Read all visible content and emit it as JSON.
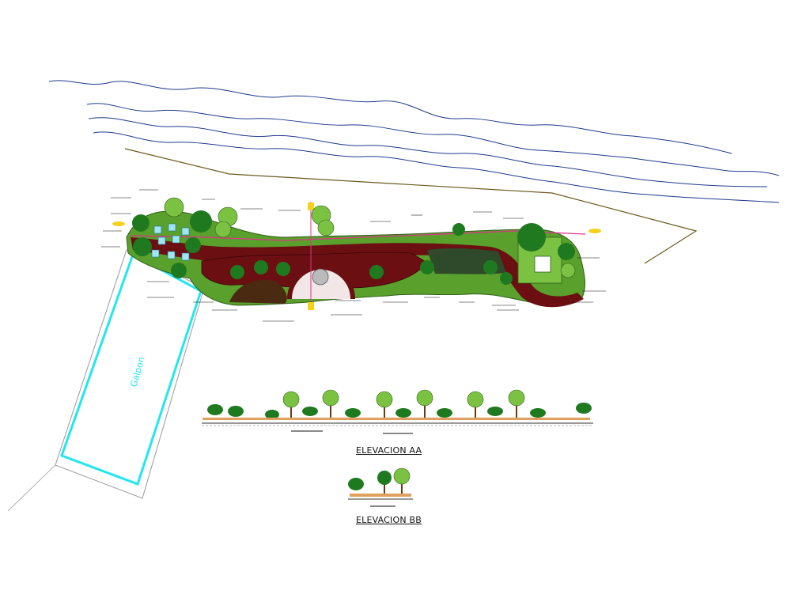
{
  "drawing": {
    "building_label": "Galpon",
    "elevation_aa_title": "ELEVACION AA",
    "elevation_bb_title": "ELEVACION BB"
  },
  "colors": {
    "background": "#ffffff",
    "river_lines": "#1f3a8a",
    "property_line": "#6b5a1e",
    "building_outline": "#22e6f0",
    "path_paving": "#6b0f12",
    "grass": "#5aa02c",
    "tree_dark": "#1f7a1f",
    "tree_light": "#7cc242",
    "highlight_line": "#e0338a",
    "accent_yellow": "#f2d21b"
  }
}
